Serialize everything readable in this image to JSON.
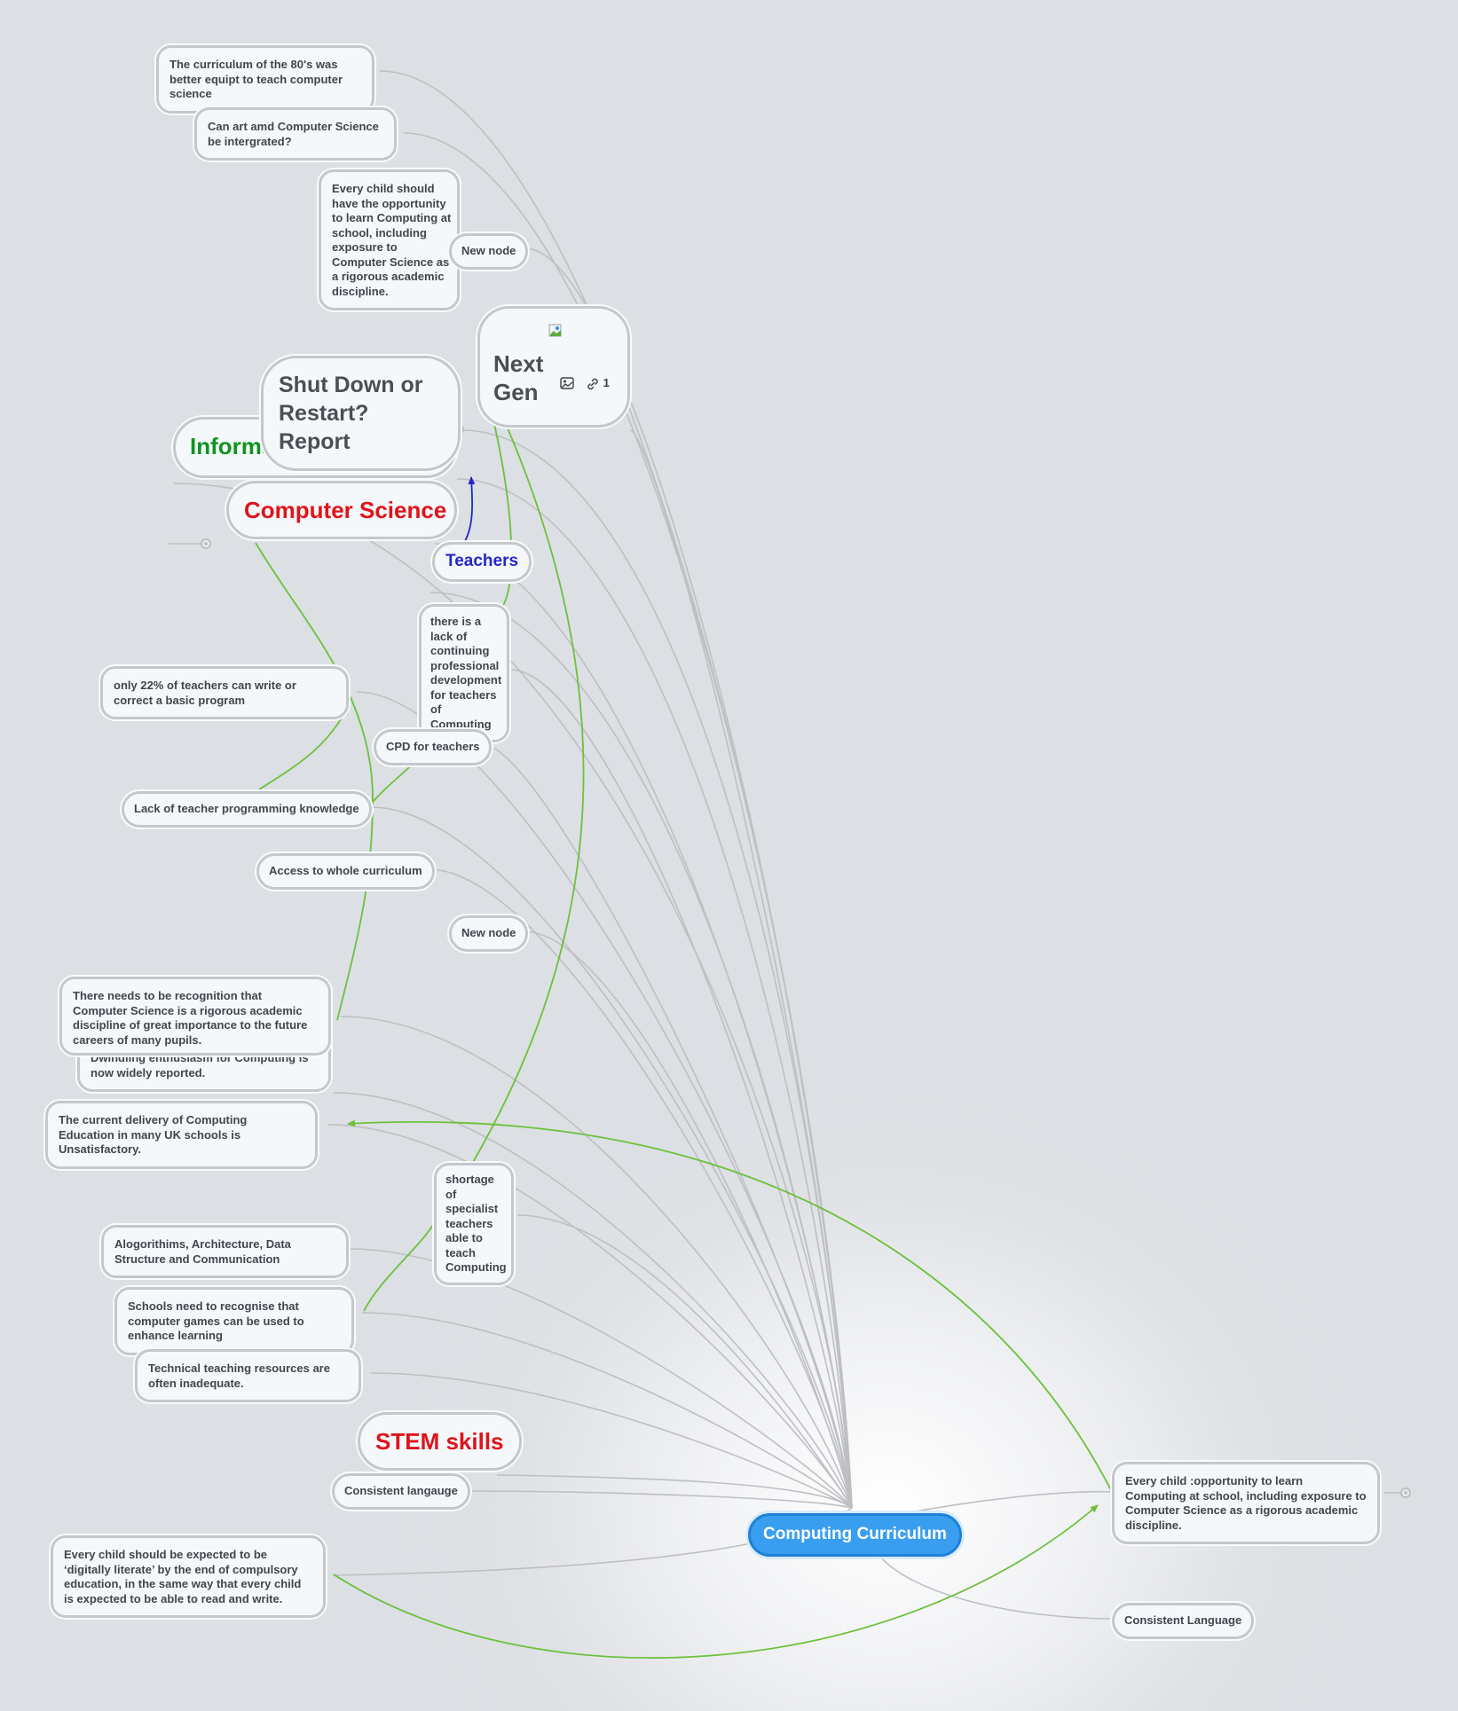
{
  "root": {
    "label": "Computing Curriculum"
  },
  "nodes": {
    "n80s": "The curriculum of the 80's was better equipt to teach computer science",
    "art": "Can art amd Computer Science be intergrated?",
    "every_child_top": "Every child should have the opportunity to learn Computing at school, including exposure to Computer Science as a rigorous academic discipline.",
    "new_node_1": "New node",
    "next_gen": "Next Gen",
    "next_gen_link_count": "1",
    "shut_down": "Shut Down or Restart? Report",
    "info_tech": "Information Technology",
    "comp_sci": "Computer Science",
    "teachers": "Teachers",
    "lack_cpd": "there is a lack of continuing professional development for teachers of Computing",
    "only22": "only 22% of teachers can write or correct a basic program",
    "cpd": "CPD for teachers",
    "lack_prog": "Lack of teacher programming knowledge",
    "access": "Access to whole curriculum",
    "new_node_2": "New node",
    "recognition": "There needs to be recognition that Computer Science is a rigorous academic discipline of great importance to the future careers of many pupils.",
    "dwindling": "Dwindling enthusiasm for Computing is now widely reported.",
    "current_delivery": "The current delivery of Computing Education in many UK schools is Unsatisfactory.",
    "shortage": "shortage of specialist teachers able to teach Computing",
    "algorithms": "Alogorithims, Architecture, Data Structure and Communication",
    "games": "Schools need to recognise that computer games can be used to enhance learning",
    "resources": "Technical teaching resources are often inadequate.",
    "stem": "STEM skills",
    "consistent_lower": "Consistent langauge",
    "digitally": "Every child should be expected to be ‘digitally literate’ by the end of compulsory education, in the same way that every child is expected to be able to read and write.",
    "every_child_right": "Every child :opportunity to learn Computing at school, including exposure to Computer Science as a rigorous academic discipline.",
    "consistent_upper": "Consistent Language"
  },
  "icons": [
    "image-icon",
    "link-icon",
    "broken-image-icon",
    "collapse-dot-icon"
  ],
  "colors": {
    "root_fill": "#3a9ef0",
    "branch_line": "#bdbfc3",
    "relation_green": "#6cc13a",
    "relation_blue": "#2426c8",
    "topic_red": "#e0131a",
    "topic_green": "#0f9420",
    "topic_blue": "#2426c8"
  }
}
